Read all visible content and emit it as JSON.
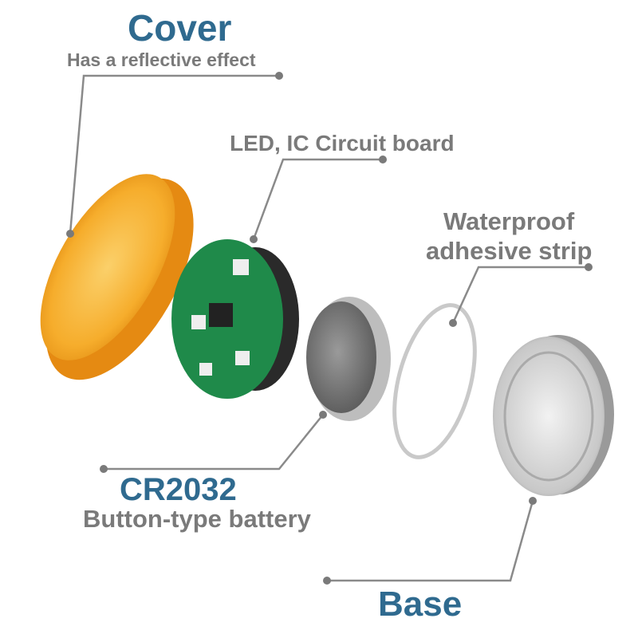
{
  "cover": {
    "title": "Cover",
    "subtitle": "Has a reflective effect"
  },
  "circuit": {
    "title": "LED, IC  Circuit board"
  },
  "strip": {
    "line1": "Waterproof",
    "line2": "adhesive strip"
  },
  "battery": {
    "title": "CR2032",
    "subtitle": "Button-type battery"
  },
  "base": {
    "title": "Base"
  },
  "colors": {
    "title_blue": "#2f6a8f",
    "label_gray": "#7a7a7a",
    "leader": "#8a8a8a",
    "cover": "#f5a623",
    "pcb": "#1f8a4a"
  }
}
